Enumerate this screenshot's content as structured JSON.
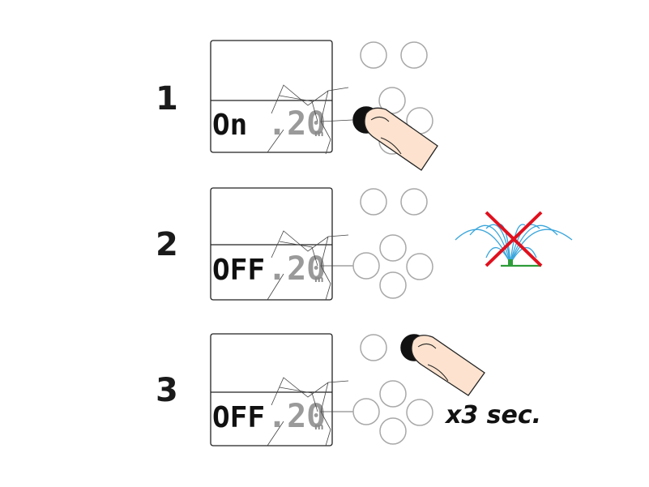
{
  "steps": [
    {
      "number": "1",
      "mode": "On",
      "value": ".20",
      "unit": "m",
      "pressed": "center-left"
    },
    {
      "number": "2",
      "mode": "OFF",
      "value": ".20",
      "unit": "m",
      "pressed": "none"
    },
    {
      "number": "3",
      "mode": "OFF",
      "value": ".20",
      "unit": "m",
      "pressed": "top-right"
    }
  ],
  "hold_duration": "x3 sec.",
  "icons": {
    "sprinkler": "sprinkler-off-icon",
    "finger": "finger-press-icon"
  },
  "colors": {
    "cross": "#e0101e",
    "water": "#3aa6dc",
    "ground": "#2e9c3a",
    "button_outline": "#a8a8a8",
    "pressed_button": "#111111",
    "skin": "#fde3cf"
  }
}
